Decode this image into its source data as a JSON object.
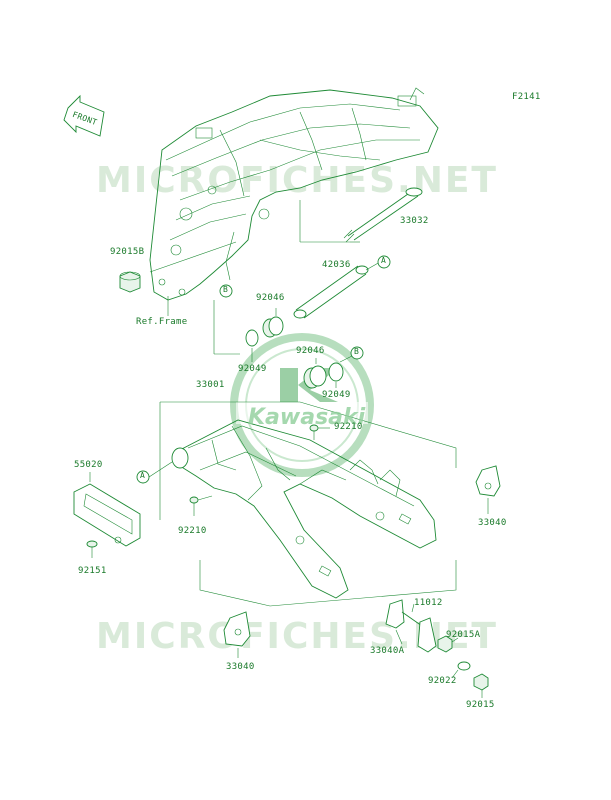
{
  "diagram": {
    "code": "F2141",
    "front_label": "FRONT",
    "watermark": "MICROFICHES.NET",
    "logo_text": "Kawasaki",
    "callouts": [
      {
        "id": "c-33032",
        "text": "33032"
      },
      {
        "id": "c-92015B",
        "text": "92015B"
      },
      {
        "id": "c-42036",
        "text": "42036"
      },
      {
        "id": "c-refframe",
        "text": "Ref.Frame"
      },
      {
        "id": "c-92046a",
        "text": "92046"
      },
      {
        "id": "c-92046b",
        "text": "92046"
      },
      {
        "id": "c-92049a",
        "text": "92049"
      },
      {
        "id": "c-92049b",
        "text": "92049"
      },
      {
        "id": "c-33001",
        "text": "33001"
      },
      {
        "id": "c-92210a",
        "text": "92210"
      },
      {
        "id": "c-92210b",
        "text": "92210"
      },
      {
        "id": "c-55020",
        "text": "55020"
      },
      {
        "id": "c-92151",
        "text": "92151"
      },
      {
        "id": "c-33040a",
        "text": "33040"
      },
      {
        "id": "c-33040b",
        "text": "33040"
      },
      {
        "id": "c-11012",
        "text": "11012"
      },
      {
        "id": "c-33040A",
        "text": "33040A"
      },
      {
        "id": "c-92015A",
        "text": "92015A"
      },
      {
        "id": "c-92022",
        "text": "92022"
      },
      {
        "id": "c-92015",
        "text": "92015"
      }
    ],
    "markers": {
      "a": "A",
      "b": "B"
    }
  }
}
